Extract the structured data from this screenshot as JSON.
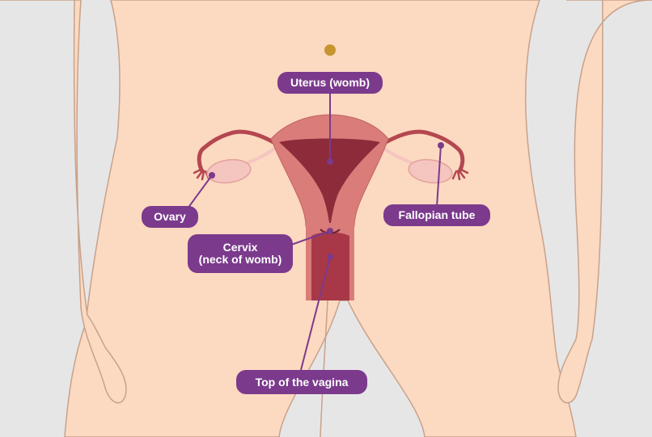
{
  "labels": {
    "uterus": "Uterus (womb)",
    "ovary": "Ovary",
    "fallopian_tube": "Fallopian tube",
    "cervix_line1": "Cervix",
    "cervix_line2": "(neck of womb)",
    "vagina": "Top of the vagina"
  },
  "colors": {
    "background": "#e6e6e7",
    "skin": "#fcd9c1",
    "outline": "#c9a18a",
    "navel": "#c7952f",
    "uterus_outer": "#d97c7a",
    "uterus_cavity": "#8e2b3a",
    "ovary": "#f5c5c0",
    "label_bg": "#7b3a8c",
    "label_text": "#ffffff"
  }
}
